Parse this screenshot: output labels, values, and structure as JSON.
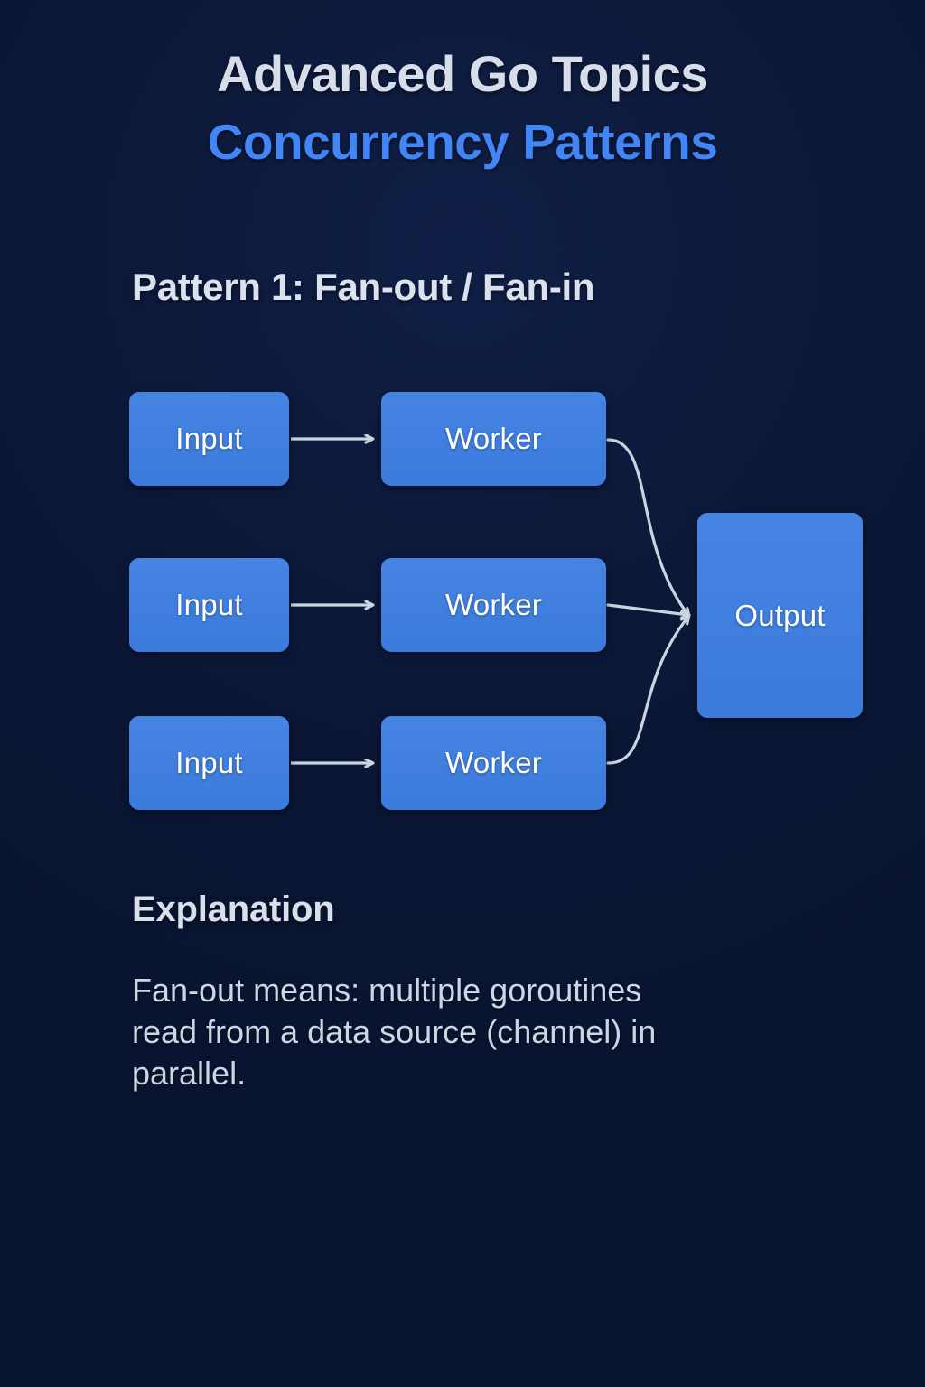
{
  "header": {
    "title_main": "Advanced Go Topics",
    "title_sub": "Concurrency Patterns"
  },
  "pattern": {
    "heading": "Pattern 1: Fan-out / Fan-in"
  },
  "diagram": {
    "rows": [
      {
        "input_label": "Input",
        "worker_label": "Worker"
      },
      {
        "input_label": "Input",
        "worker_label": "Worker"
      },
      {
        "input_label": "Input",
        "worker_label": "Worker"
      }
    ],
    "output_label": "Output",
    "arrow_icon": "arrow-right-icon",
    "curve_icon": "curved-arrow-icon"
  },
  "explanation": {
    "title": "Explanation",
    "body": "Fan-out means: multiple goroutines read from a data source (channel) in parallel."
  },
  "colors": {
    "background": "#0a1530",
    "accent": "#4285f4",
    "node_fill": "#3b7bdc",
    "title_text": "#d8dee9",
    "body_text": "#ccd6e4",
    "connector": "#cbd5e1",
    "node_text": "#ffffff"
  }
}
